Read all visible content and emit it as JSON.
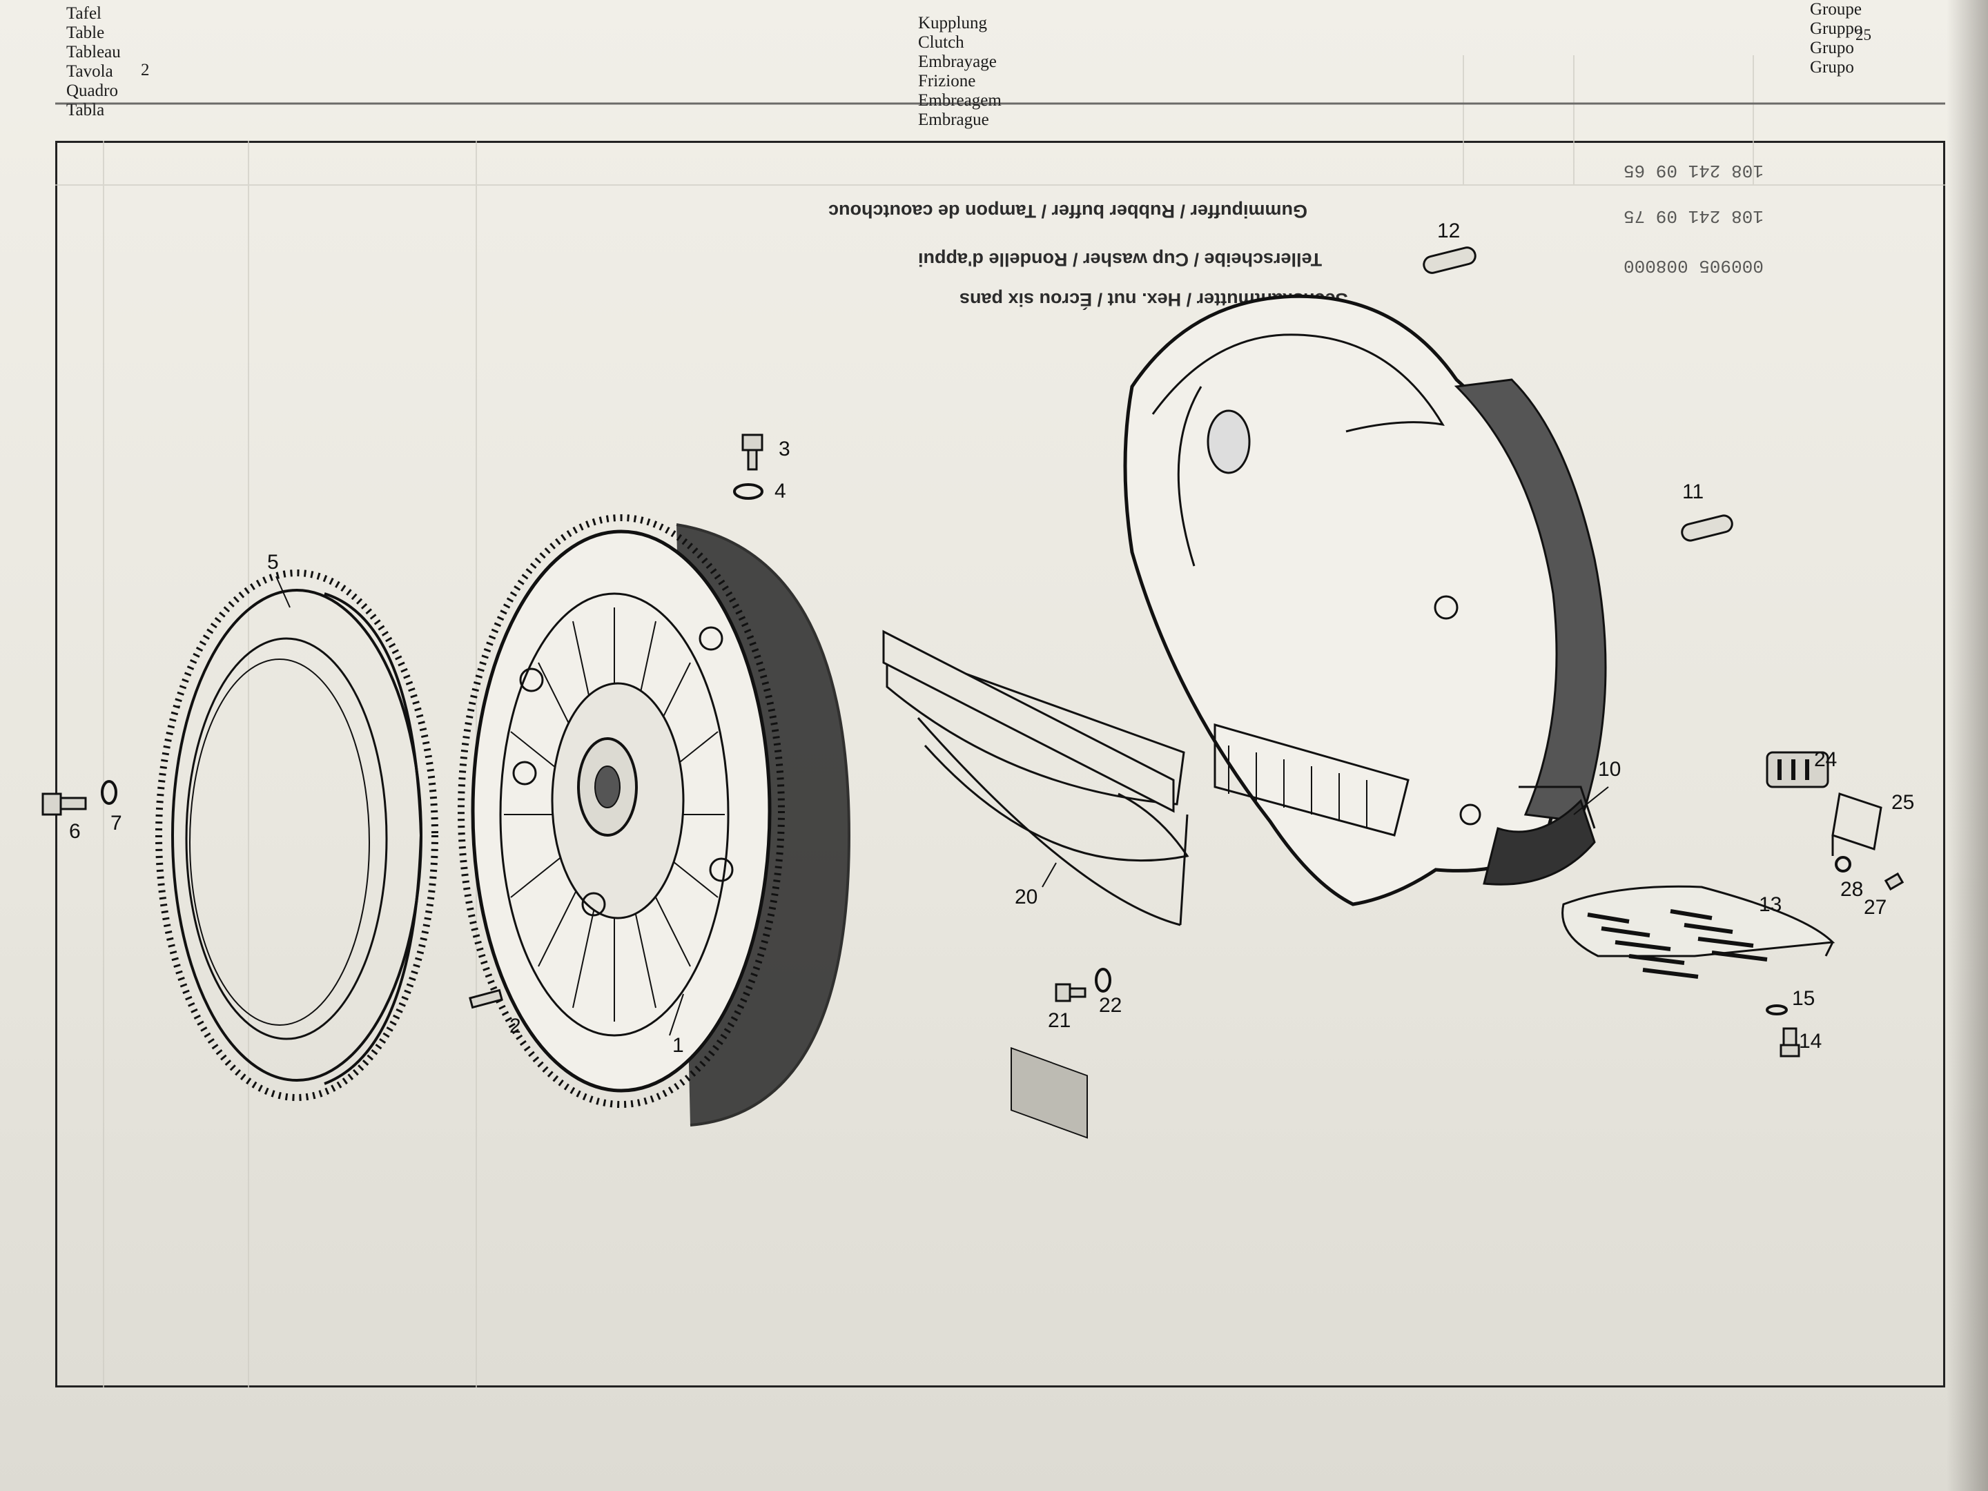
{
  "header": {
    "table_labels": [
      "Tafel",
      "Table",
      "Tableau",
      "Tavola",
      "Quadro",
      "Tabla"
    ],
    "table_number": "2",
    "topic_labels": [
      "Kupplung",
      "Clutch",
      "Embrayage",
      "Frizione",
      "Embreagem",
      "Embrague"
    ],
    "group_labels": [
      "Groupe",
      "Gruppo",
      "Grupo",
      "Grupo"
    ],
    "group_number": "25"
  },
  "bleed_through": {
    "part_numbers_right": [
      "108 241 09 65",
      "108 241 09 75",
      "000905 008000"
    ],
    "descriptions_mirrored": [
      "Gummipuffer / Rubber buffer / Tampon de caoutchouc",
      "Tellerscheibe / Cup washer / Rondelle d'appui",
      "Sechskantmutter / Hex. nut / Écrou six pans"
    ]
  },
  "callouts": {
    "c1": "1",
    "c2": "2",
    "c3": "3",
    "c4": "4",
    "c5": "5",
    "c6": "6",
    "c7": "7",
    "c10": "10",
    "c11": "11",
    "c12": "12",
    "c13": "13",
    "c14": "14",
    "c15": "15",
    "c20": "20",
    "c21": "21",
    "c22": "22",
    "c24": "24",
    "c25": "25",
    "c27": "27",
    "c28": "28"
  },
  "icons": {
    "flywheel": "flywheel-ring-gear-icon",
    "clutch": "clutch-assembly-icon",
    "bellhousing": "bellhousing-icon",
    "guard": "guard-plate-icon"
  }
}
